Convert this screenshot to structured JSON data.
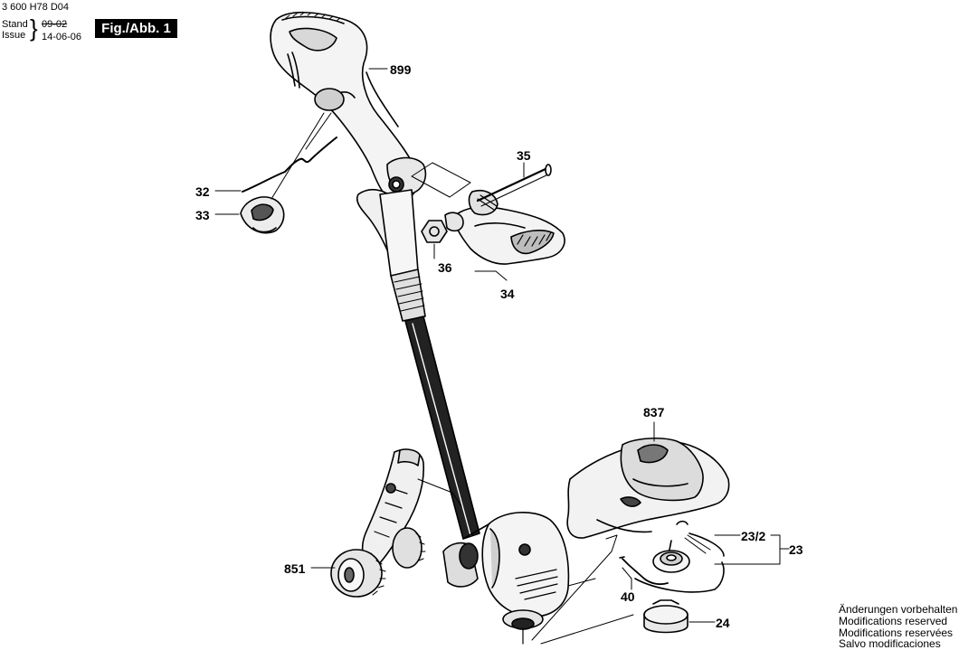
{
  "header": {
    "part_number": "3 600 H78 D04",
    "stand_label": "Stand",
    "issue_label": "Issue",
    "date_old": "09-02",
    "date_new": "14-06-06",
    "figure_label": "Fig./Abb. 1"
  },
  "callouts": {
    "c899": "899",
    "c35": "35",
    "c32": "32",
    "c33": "33",
    "c36": "36",
    "c34": "34",
    "c837": "837",
    "c23_2": "23/2",
    "c23": "23",
    "c851": "851",
    "c40": "40",
    "c24": "24"
  },
  "notes": [
    "Änderungen vorbehalten",
    "Modifications reserved",
    "Modifications reservées",
    "Salvo modificaciones"
  ]
}
